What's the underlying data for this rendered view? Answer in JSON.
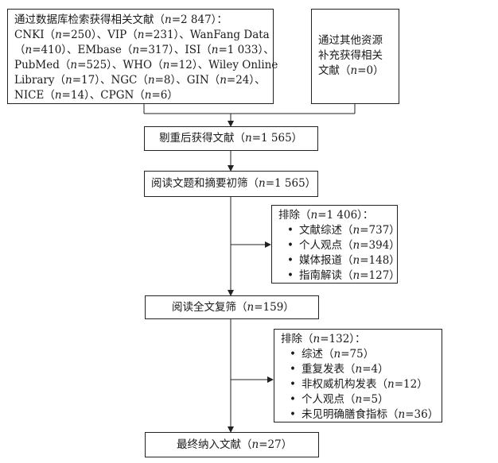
{
  "db_box": {
    "lines": [
      [
        "通过数据库检索获得相关文献（",
        "n",
        "=2 847）："
      ],
      [
        "CNKI（",
        "n",
        "=250）、VIP（",
        "n",
        "=231）、WanFang Data"
      ],
      [
        "（",
        "n",
        "=410）、EMbase（",
        "n",
        "=317）、ISI（",
        "n",
        "=1 033）、"
      ],
      [
        "PubMed（",
        "n",
        "=525）、WHO（",
        "n",
        "=12）、Wiley Online"
      ],
      [
        "Library（",
        "n",
        "=17）、NGC（",
        "n",
        "=8）、GIN（",
        "n",
        "=24）、"
      ],
      [
        "NICE（",
        "n",
        "=14）、CPGN（",
        "n",
        "=6）"
      ]
    ]
  },
  "other_box": {
    "lines": [
      [
        "通过其他资源"
      ],
      [
        "补充获得相关"
      ],
      [
        "文献（",
        "n",
        "=0）"
      ]
    ]
  },
  "dedup_box": {
    "parts": [
      "剔重后获得文献（",
      "n",
      "=1 565）"
    ]
  },
  "screen1_box": {
    "parts": [
      "阅读文题和摘要初筛（",
      "n",
      "=1 565）"
    ]
  },
  "exclude1": {
    "header": [
      "排除（",
      "n",
      "=1 406）："
    ],
    "items": [
      [
        "文献综述（",
        "n",
        "=737）"
      ],
      [
        "个人观点（",
        "n",
        "=394）"
      ],
      [
        "媒体报道（",
        "n",
        "=148）"
      ],
      [
        "指南解读（",
        "n",
        "=127）"
      ]
    ]
  },
  "fulltext_box": {
    "parts": [
      "阅读全文复筛（",
      "n",
      "=159）"
    ]
  },
  "exclude2": {
    "header": [
      "排除（",
      "n",
      "=132）："
    ],
    "items": [
      [
        "综述（",
        "n",
        "=75）"
      ],
      [
        "重复发表（",
        "n",
        "=4）"
      ],
      [
        "非权威机构发表（",
        "n",
        "=12）"
      ],
      [
        "个人观点（",
        "n",
        "=5）"
      ],
      [
        "未见明确膳食指标（",
        "n",
        "=36）"
      ]
    ]
  },
  "final_box": {
    "parts": [
      "最终纳入文献（",
      "n",
      "=27）"
    ]
  }
}
